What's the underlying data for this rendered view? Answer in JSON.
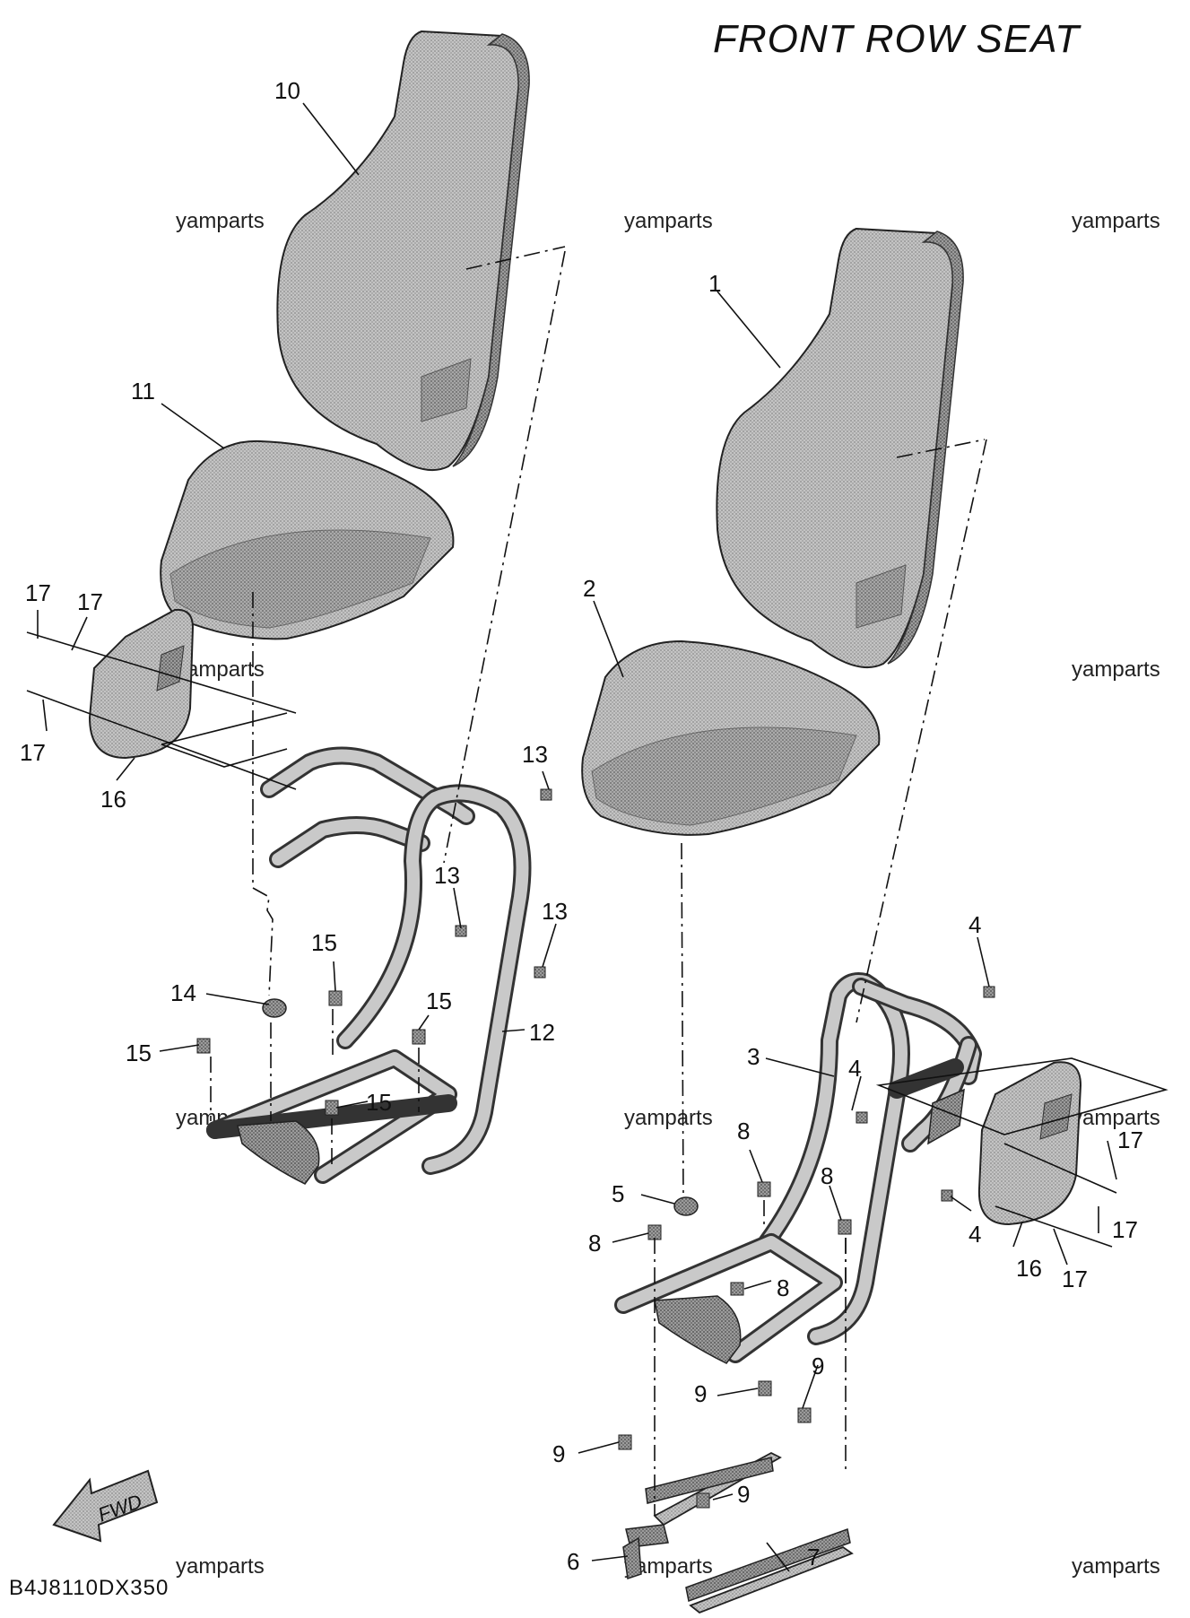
{
  "title": "FRONT ROW SEAT",
  "diagram_code": "B4J8110DX350",
  "fwd_label": "FWD",
  "watermark": "yamparts",
  "callouts": {
    "c10": "10",
    "c11": "11",
    "c17a": "17",
    "c17b": "17",
    "c17c": "17",
    "c16a": "16",
    "c13a": "13",
    "c13b": "13",
    "c13c": "13",
    "c15a": "15",
    "c15b": "15",
    "c15c": "15",
    "c15d": "15",
    "c14": "14",
    "c12": "12",
    "c1": "1",
    "c2": "2",
    "c4a": "4",
    "c4b": "4",
    "c4c": "4",
    "c3": "3",
    "c8a": "8",
    "c8b": "8",
    "c8c": "8",
    "c8d": "8",
    "c5": "5",
    "c9a": "9",
    "c9b": "9",
    "c9c": "9",
    "c9d": "9",
    "c6": "6",
    "c7": "7",
    "c16b": "16",
    "c17d": "17",
    "c17e": "17",
    "c17f": "17"
  },
  "colors": {
    "part_fill": "#b5b5b5",
    "part_shade": "#8c8c8c",
    "line": "#111111"
  }
}
